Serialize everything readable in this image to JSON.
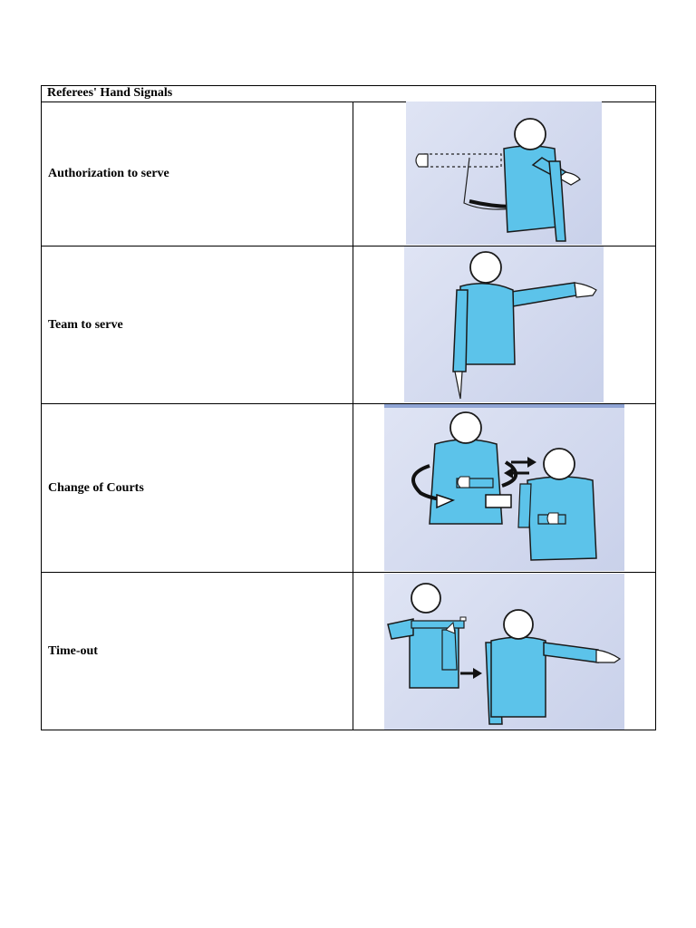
{
  "table": {
    "title": "Referees' Hand Signals",
    "rows": [
      {
        "label": "Authorization to serve",
        "image_icon": "authorization-to-serve-figure"
      },
      {
        "label": "Team to serve",
        "image_icon": "team-to-serve-figure"
      },
      {
        "label": "Change of Courts",
        "image_icon": "change-of-courts-figure"
      },
      {
        "label": "Time-out",
        "image_icon": "time-out-figure"
      }
    ]
  },
  "colors": {
    "shirt": "#5cc3ea",
    "shirt_outline": "#1a1a1a",
    "panel_bg": "#d3daf0"
  }
}
